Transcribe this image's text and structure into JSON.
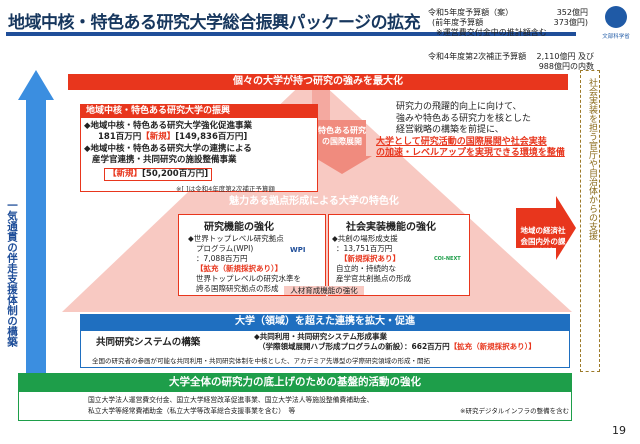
{
  "title": "地域中核・特色ある研究大学総合振興パッケージの拡充",
  "budget": {
    "lines": [
      {
        "label": "令和5年度予算額（案）",
        "value": "352億円"
      },
      {
        "label": "(前年度予算額",
        "value": "373億円)"
      },
      {
        "label": "※運営費交付金中の推計額含む",
        "value": ""
      }
    ],
    "supplement_label": "令和4年度第2次補正予算額",
    "supplement_value": "2,110億円 及び",
    "supplement_value2": "988億円の内数"
  },
  "logo_text": "文部科学省",
  "top_red_bar": "個々の大学が持つ研究の強みを最大化",
  "right_vertical": "社会実装を担う官庁や自治体からの支援",
  "left_vertical": "一気通貫の伴走支援体制の構築",
  "box1": {
    "head": "地域中核・特色ある研究大学の振興",
    "item1_line1": "◆地域中核・特色ある研究大学強化促進事業",
    "item1_line2_a": "181百万円",
    "item1_line2_b": "【新規】",
    "item1_line2_c": "[149,836百万円]",
    "item2_line1": "◆地域中核・特色ある研究大学の連携による",
    "item2_line2": "産学官連携・共同研究の施設整備事業",
    "item2_line3_a": "【新規】",
    "item2_line3_b": "[50,200百万円]",
    "note": "※[ ]は令和4年度第2次補正予算額"
  },
  "pink_label": "特色ある研究の国際展開",
  "right_para": {
    "line1": "研究力の飛躍的向上に向けて、",
    "line2": "強みや特色ある研究力を核とした",
    "line3": "経営戦略の構築を前提に、",
    "line4": "大学として研究活動の国際展開や社会実装",
    "line5": "の加速・レベルアップを実現できる環境を整備"
  },
  "mid_bar": "魅力ある拠点形成による大学の特色化",
  "sub_left": {
    "title": "研究機能の強化",
    "l1": "◆世界トップレベル研究拠点",
    "l2": "プログラム(WPI)",
    "l3": "：7,088百万円",
    "l4": "【拡充（新規採択あり）】",
    "l5": "世界トップレベルの研究水準を",
    "l6": "誇る国際研究拠点の形成",
    "wpi": "WPI"
  },
  "sub_right": {
    "title": "社会実装機能の強化",
    "l1": "◆共創の場形成支援",
    "l2": "：13,751百万円",
    "l3": "【新規採択あり】",
    "l4": "自立的・持続的な",
    "l5": "産学官共創拠点の形成",
    "coi": "COI-NEXT"
  },
  "center_label": "人材育成機能の強化",
  "right_arrow_label": "地域の経済社会国内外の課題解決",
  "blue_bar": "大学（領域）を超えた連携を拡大・促進",
  "blue_box": {
    "title": "共同研究システムの構築",
    "l1": "◆共同利用・共同研究システム形成事業",
    "l2a": "（学際領域展開ハブ形成プログラムの新設）：662百万円",
    "l2b": "【拡充（新規採択あり）】",
    "l3": "全国の研究者の参画が可能な共同利用・共同研究体制を中核とした、アカデミア先導型の学際研究領域の形成・開拓"
  },
  "green_bar": "大学全体の研究力の底上げのための基盤的活動の強化",
  "green_box": {
    "l1": "国立大学法人運営費交付金、国立大学経営改革促進事業、国立大学法人等施設整備費補助金、",
    "l2": "私立大学等経常費補助金（私立大学等改革総合支援事業を含む）　等",
    "note": "※研究デジタルインフラの整備を含む"
  },
  "page_number": "19",
  "colors": {
    "red": "#e8361d",
    "navy": "#17375e",
    "blue": "#1f6fc0",
    "green": "#1e9e4a",
    "pink": "#f4a9a0"
  }
}
